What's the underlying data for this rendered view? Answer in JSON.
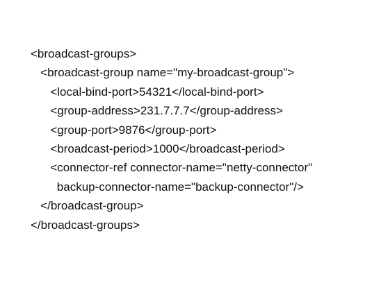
{
  "document": {
    "lines": [
      "<broadcast-groups>",
      "   <broadcast-group name=\"my-broadcast-group\">",
      "      <local-bind-port>54321</local-bind-port>",
      "      <group-address>231.7.7.7</group-address>",
      "      <group-port>9876</group-port>",
      "      <broadcast-period>1000</broadcast-period>",
      "      <connector-ref connector-name=\"netty-connector\"",
      "        backup-connector-name=\"backup-connector\"/>",
      "   </broadcast-group>",
      "</broadcast-groups>"
    ]
  }
}
